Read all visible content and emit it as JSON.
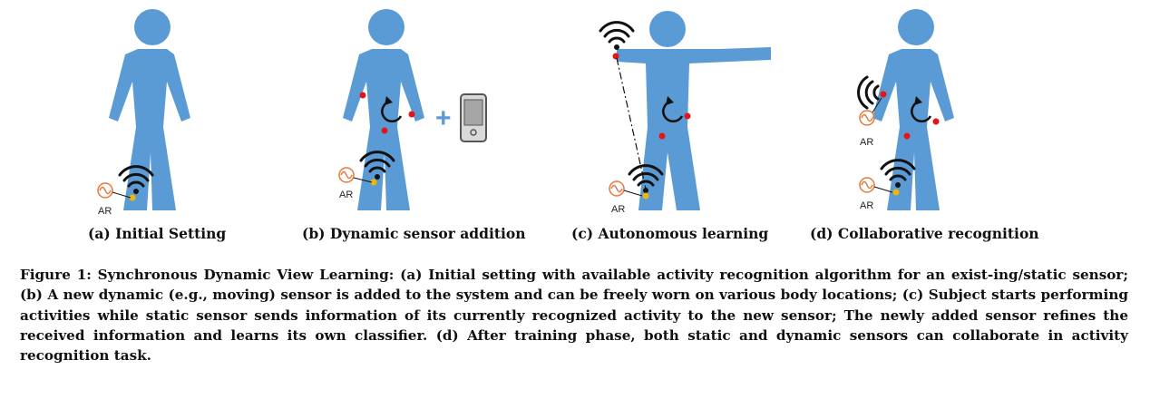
{
  "panels": [
    {
      "id": "a",
      "subcaption": "(a) Initial Setting",
      "ar_labels": [
        "AR"
      ]
    },
    {
      "id": "b",
      "subcaption": "(b) Dynamic sensor addition",
      "plus": "+",
      "ar_labels": [
        "AR"
      ]
    },
    {
      "id": "c",
      "subcaption": "(c) Autonomous learning",
      "ar_labels": [
        "AR"
      ]
    },
    {
      "id": "d",
      "subcaption": "(d) Collaborative recognition",
      "ar_labels": [
        "AR",
        "AR"
      ]
    }
  ],
  "caption": "Figure 1: Synchronous Dynamic View Learning: (a) Initial setting with available activity recognition algorithm for an exist-ing/static sensor; (b) A new dynamic (e.g., moving) sensor is added to the system and can be freely worn on various body locations; (c) Subject starts performing activities while static sensor sends information of its currently recognized activity to the new sensor; The newly added sensor refines the received information and learns its own classifier. (d) After training phase, both static and dynamic sensors can collaborate in activity recognition task.",
  "colors": {
    "figure": "#5b9bd5",
    "sensor_dot": "#e3151a",
    "ar_orange": "#e8773a",
    "static_sensor": "#f2b705",
    "signal": "#111111"
  },
  "icons": [
    "person-figure-icon",
    "wifi-signal-icon",
    "rotation-arrow-icon",
    "sine-wave-icon",
    "smartphone-icon"
  ]
}
